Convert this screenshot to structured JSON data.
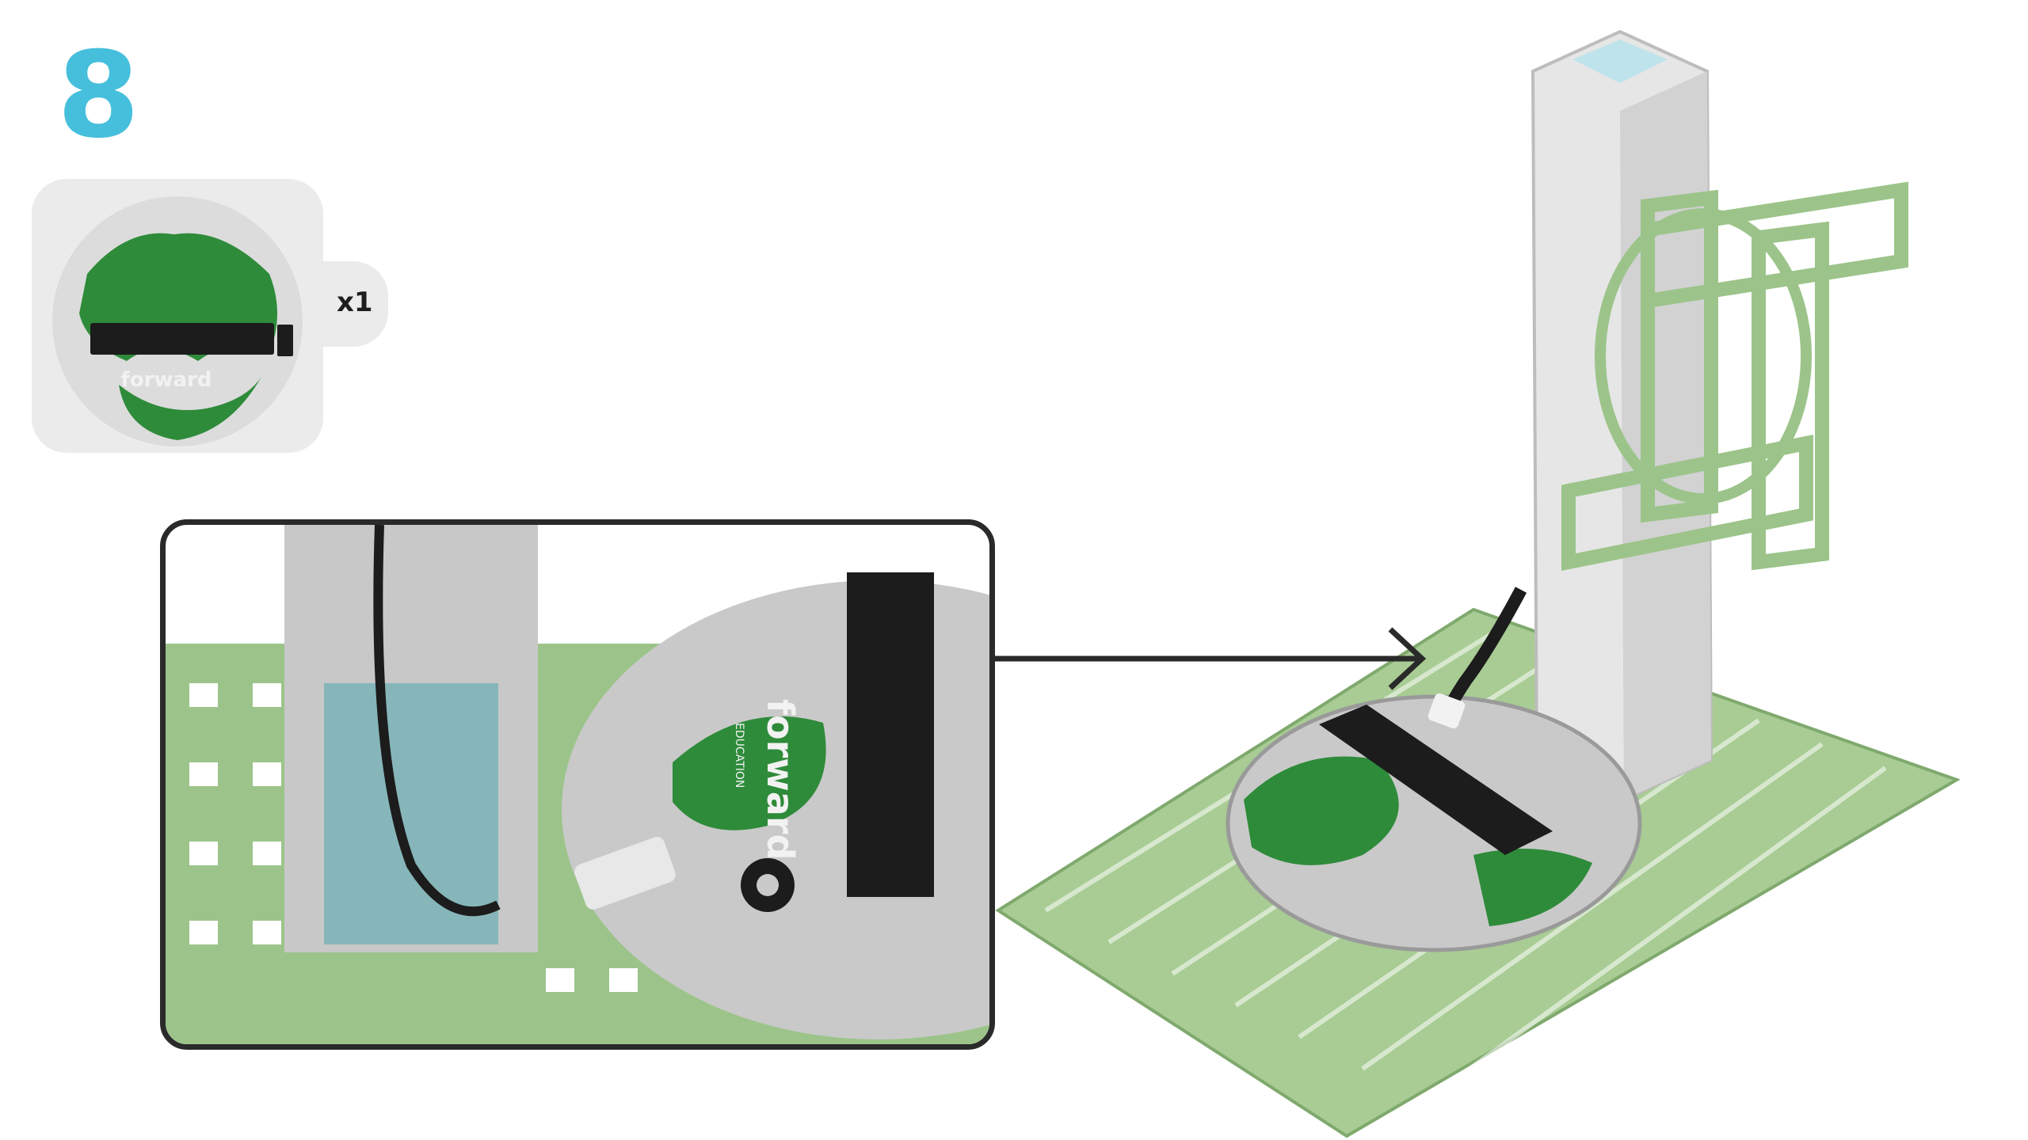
{
  "step": {
    "number": "8"
  },
  "parts": [
    {
      "name": "",
      "quantity": "x1"
    }
  ],
  "board": {
    "brand_text": "forward",
    "sub_text": "EDUCATION"
  },
  "colors": {
    "step_number": "#45bfdc",
    "base_green": "#9cc48a",
    "board_green": "#2e8b3a",
    "board_gray": "#c9c9c9",
    "column_white": "#e6e6e6",
    "accent_blue": "#bfe3ea",
    "connector_black": "#1c1c1c"
  },
  "icons": [
    "gear-icon",
    "arrow-right-icon"
  ]
}
